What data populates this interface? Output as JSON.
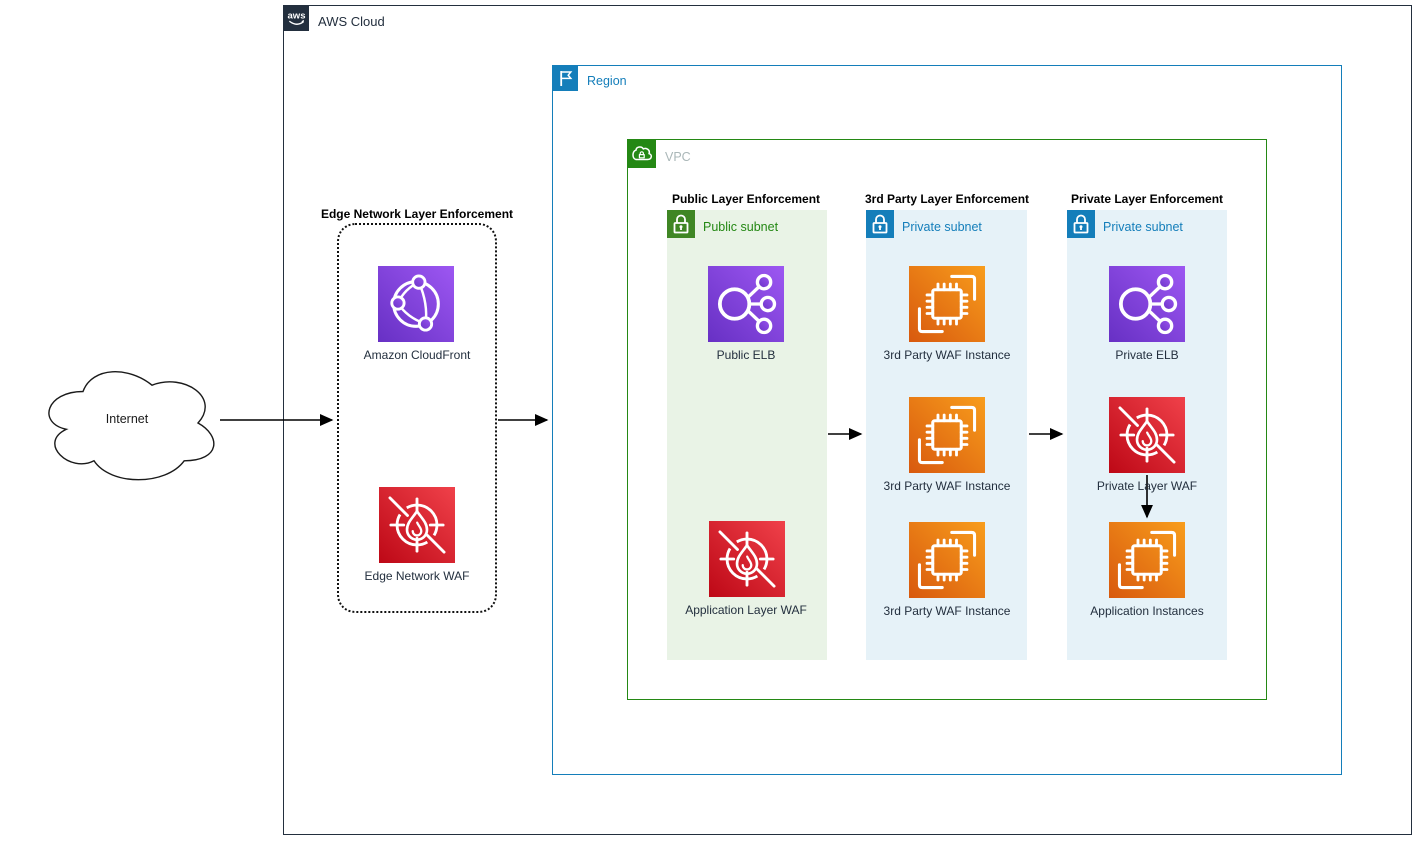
{
  "internet": {
    "label": "Internet"
  },
  "aws_cloud": {
    "label": "AWS Cloud",
    "logo_text": "aws"
  },
  "region": {
    "label": "Region"
  },
  "vpc": {
    "label": "VPC"
  },
  "edge": {
    "title": "Edge Network Layer Enforcement",
    "cloudfront_label": "Amazon CloudFront",
    "waf_label": "Edge Network WAF"
  },
  "public_column": {
    "header": "Public Layer Enforcement",
    "subnet_label": "Public subnet",
    "elb_label": "Public ELB",
    "waf_label": "Application Layer WAF"
  },
  "third_party_column": {
    "header": "3rd Party Layer Enforcement",
    "subnet_label": "Private subnet",
    "instances": [
      "3rd Party WAF Instance",
      "3rd Party WAF Instance",
      "3rd Party WAF Instance"
    ]
  },
  "private_column": {
    "header": "Private Layer Enforcement",
    "subnet_label": "Private subnet",
    "elb_label": "Private ELB",
    "waf_label": "Private Layer WAF",
    "instances_label": "Application Instances"
  },
  "colors": {
    "aws_dark": "#232F3E",
    "region_blue": "#147EBA",
    "vpc_green": "#248814",
    "public_subnet_fill": "#E9F3E6",
    "private_subnet_fill": "#E6F2F8",
    "network_purple_light": "#9D57F2",
    "network_purple_dark": "#6730C4",
    "security_red_light": "#F0414A",
    "security_red_dark": "#BD0816",
    "compute_orange_light": "#F89D1C",
    "compute_orange_dark": "#D8590E"
  }
}
